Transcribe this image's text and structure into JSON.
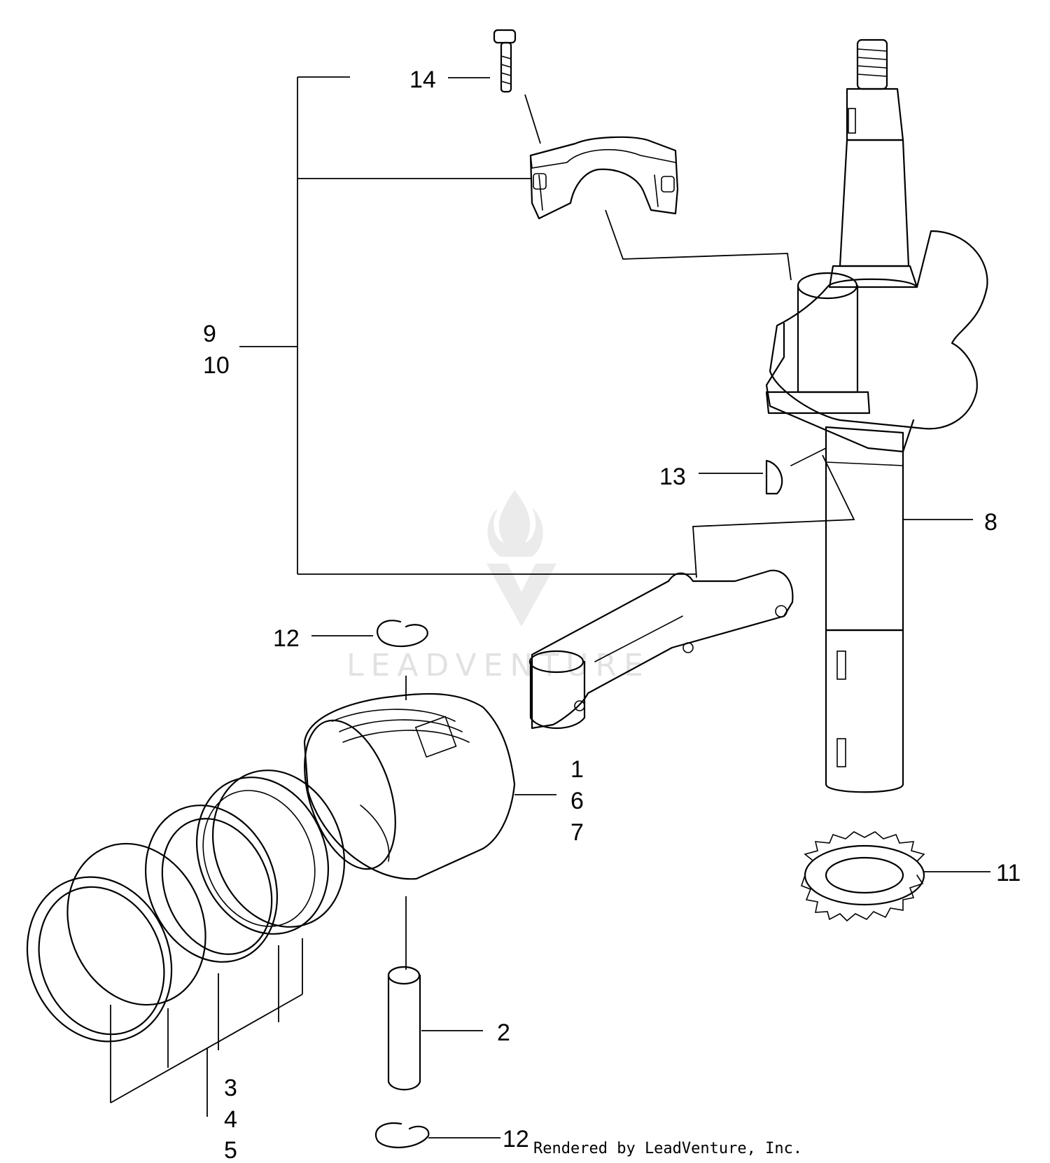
{
  "callouts": {
    "c14": "14",
    "c9": "9",
    "c10": "10",
    "c13": "13",
    "c8": "8",
    "c12_top": "12",
    "c1": "1",
    "c6": "6",
    "c7": "7",
    "c11": "11",
    "c2": "2",
    "c3": "3",
    "c4": "4",
    "c5": "5",
    "c12_bottom": "12"
  },
  "footer": {
    "credit": "Rendered by LeadVenture, Inc."
  },
  "watermark": {
    "text": "LEADVENTURE",
    "icon": "flame-logo-icon"
  }
}
